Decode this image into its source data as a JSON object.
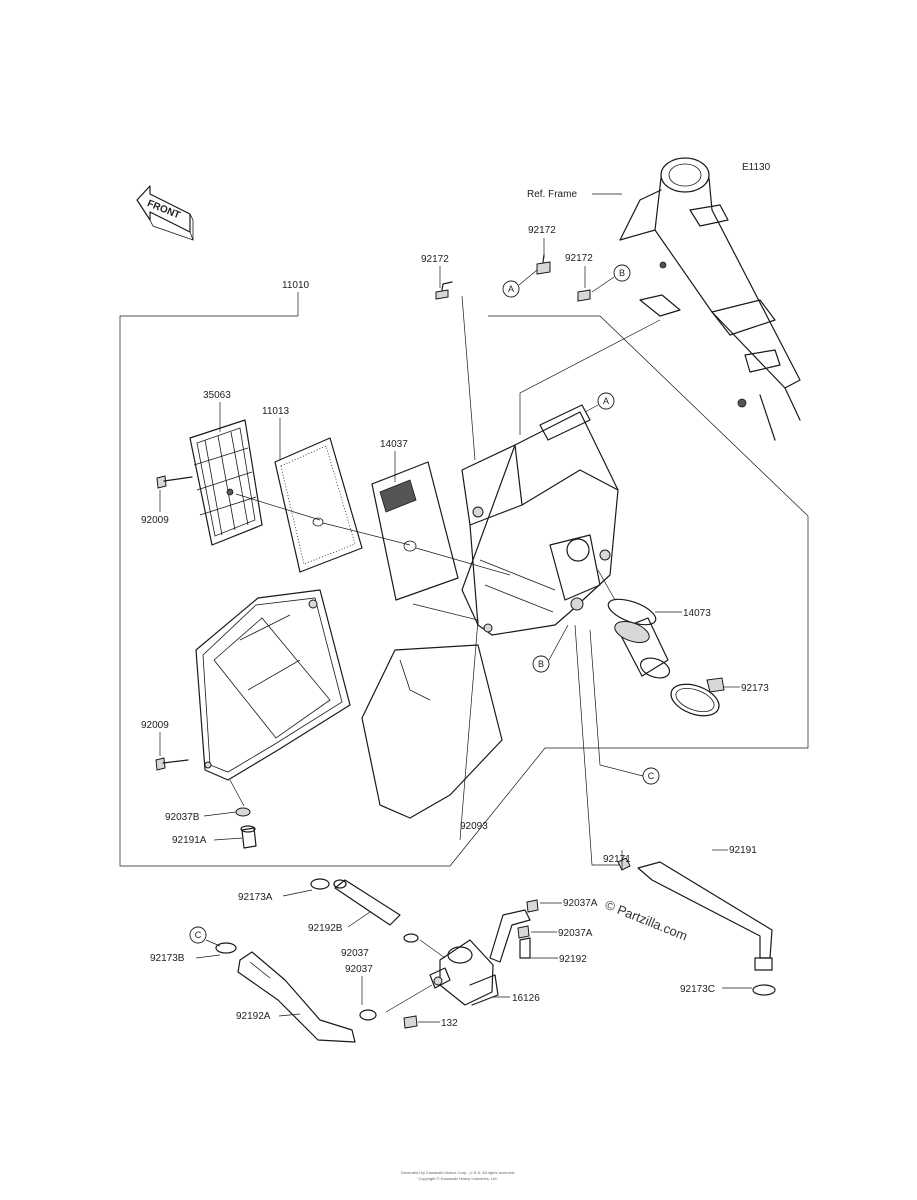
{
  "diagram_code": "E1130",
  "front_arrow_label": "FRONT",
  "frame_label": "Ref. Frame",
  "watermark": "© Partzilla.com",
  "footer_line1": "Generated by Kawasaki Motors Corp., U.S.A. All rights reserved.",
  "footer_line2": "Copyright © Kawasaki Heavy Industries, Ltd.",
  "callouts": {
    "a": "A",
    "b": "B",
    "c": "C"
  },
  "parts": {
    "assembly": "11010",
    "screen": "35063",
    "element": "11013",
    "element_sponge": "14037",
    "gasket_large": "92093",
    "bolt_92172_top": "92172",
    "bolt_92172_a": "92172",
    "bolt_92172_b": "92172",
    "screw_92009_top": "92009",
    "screw_92009_bottom": "92009",
    "cap_92037b": "92037B",
    "hose_92191a": "92191A",
    "band_14073": "14073",
    "clamp_92173": "92173",
    "clip_92171": "92171",
    "hose_92191": "92191",
    "clamp_92173a": "92173A",
    "hose_92192b": "92192B",
    "clip_92037_1": "92037",
    "clip_92037_2": "92037",
    "clamp_92173b": "92173B",
    "hose_92192a": "92192A",
    "clip_92037a_1": "92037A",
    "clip_92037a_2": "92037A",
    "hose_92192": "92192",
    "valve_16126": "16126",
    "bolt_132": "132",
    "clamp_92173c": "92173C"
  }
}
